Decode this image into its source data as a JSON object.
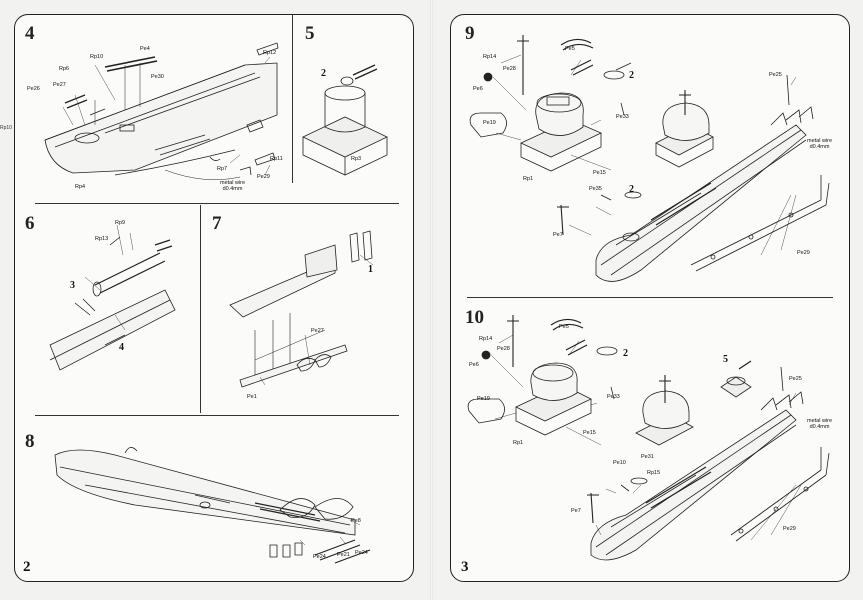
{
  "side_label": "Rp10",
  "left_page": {
    "page_number": "2",
    "steps": [
      {
        "number": "4",
        "labels": [
          "Rp10",
          "Pe4",
          "Pe30",
          "Rp6",
          "Pe27",
          "Pe26",
          "Rp12",
          "Rp4",
          "Rp7",
          "Rp11",
          "Pe29",
          "metal wire\nd0.4mm"
        ]
      },
      {
        "number": "5",
        "labels": [
          "2",
          "Rp3"
        ]
      },
      {
        "number": "6",
        "labels": [
          "Rp9",
          "Rp13",
          "3",
          "4"
        ]
      },
      {
        "number": "7",
        "labels": [
          "1",
          "Pe27",
          "Pe1"
        ]
      },
      {
        "number": "8",
        "labels": [
          "Pe8",
          "Pe24",
          "Pe21",
          "Pe24"
        ]
      }
    ]
  },
  "right_page": {
    "page_number": "3",
    "steps": [
      {
        "number": "9",
        "labels": [
          "Rp14",
          "Pe28",
          "Pe5",
          "Pe6",
          "2",
          "Pe19",
          "Pe33",
          "Pe15",
          "Rp1",
          "Pe25",
          "Pe35",
          "2",
          "Pe7",
          "metal wire\nd0.4mm",
          "Pe29"
        ]
      },
      {
        "number": "10",
        "labels": [
          "Rp14",
          "Pe28",
          "Pe5",
          "Pe6",
          "2",
          "Pe19",
          "Pe33",
          "Pe15",
          "Rp1",
          "5",
          "Pe25",
          "Pe31",
          "Pe10",
          "Rp15",
          "Pe7",
          "metal wire\nd0.4mm",
          "Pe29"
        ]
      }
    ]
  }
}
